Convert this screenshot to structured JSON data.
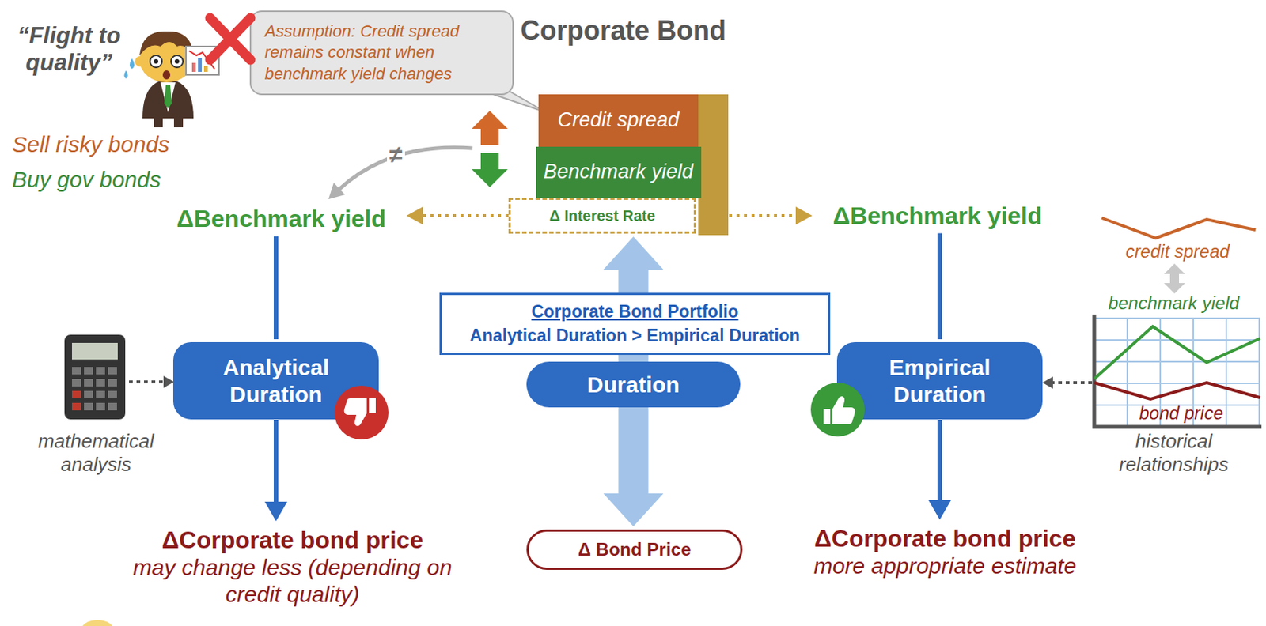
{
  "diagram": {
    "title": "Corporate Bond",
    "nodes": [
      {
        "text": [
          "Assumption: Credit spread remains constant when benchmark yield changes"
        ]
      },
      {
        "text": [
          "Credit spread"
        ]
      },
      {
        "text": [
          "Benchmark yield"
        ]
      },
      {
        "text": [
          "Δ Interest Rate"
        ]
      },
      {
        "text": [
          "ΔBenchmark yield"
        ]
      },
      {
        "text": [
          "ΔBenchmark yield"
        ]
      },
      {
        "text": [
          "Corporate Bond Portfolio",
          "Analytical Duration > Empirical Duration"
        ]
      },
      {
        "text": [
          "Analytical Duration"
        ]
      },
      {
        "text": [
          "Duration"
        ]
      },
      {
        "text": [
          "Empirical Duration"
        ]
      },
      {
        "text": [
          "ΔCorporate bond price",
          "may change less (depending on credit quality)"
        ]
      },
      {
        "text": [
          "Δ Bond Price"
        ]
      },
      {
        "text": [
          "ΔCorporate bond price",
          "more appropriate estimate"
        ]
      }
    ],
    "edges": [
      {
        "from": 3,
        "to": 4,
        "arrow": "to"
      },
      {
        "from": 3,
        "to": 5,
        "arrow": "to"
      },
      {
        "from": 4,
        "to": 7,
        "arrow": "none"
      },
      {
        "from": 7,
        "to": 10,
        "arrow": "to"
      },
      {
        "from": 5,
        "to": 9,
        "arrow": "none"
      },
      {
        "from": 9,
        "to": 12,
        "arrow": "to"
      },
      {
        "from": 8,
        "to": 3,
        "arrow": "to"
      },
      {
        "from": 8,
        "to": 11,
        "arrow": "to"
      }
    ],
    "labels": [
      "“Flight to quality”",
      "Sell risky bonds",
      "Buy gov bonds",
      "≠",
      "mathematical analysis",
      "historical relationships",
      "credit spread",
      "benchmark yield",
      "bond price"
    ]
  }
}
